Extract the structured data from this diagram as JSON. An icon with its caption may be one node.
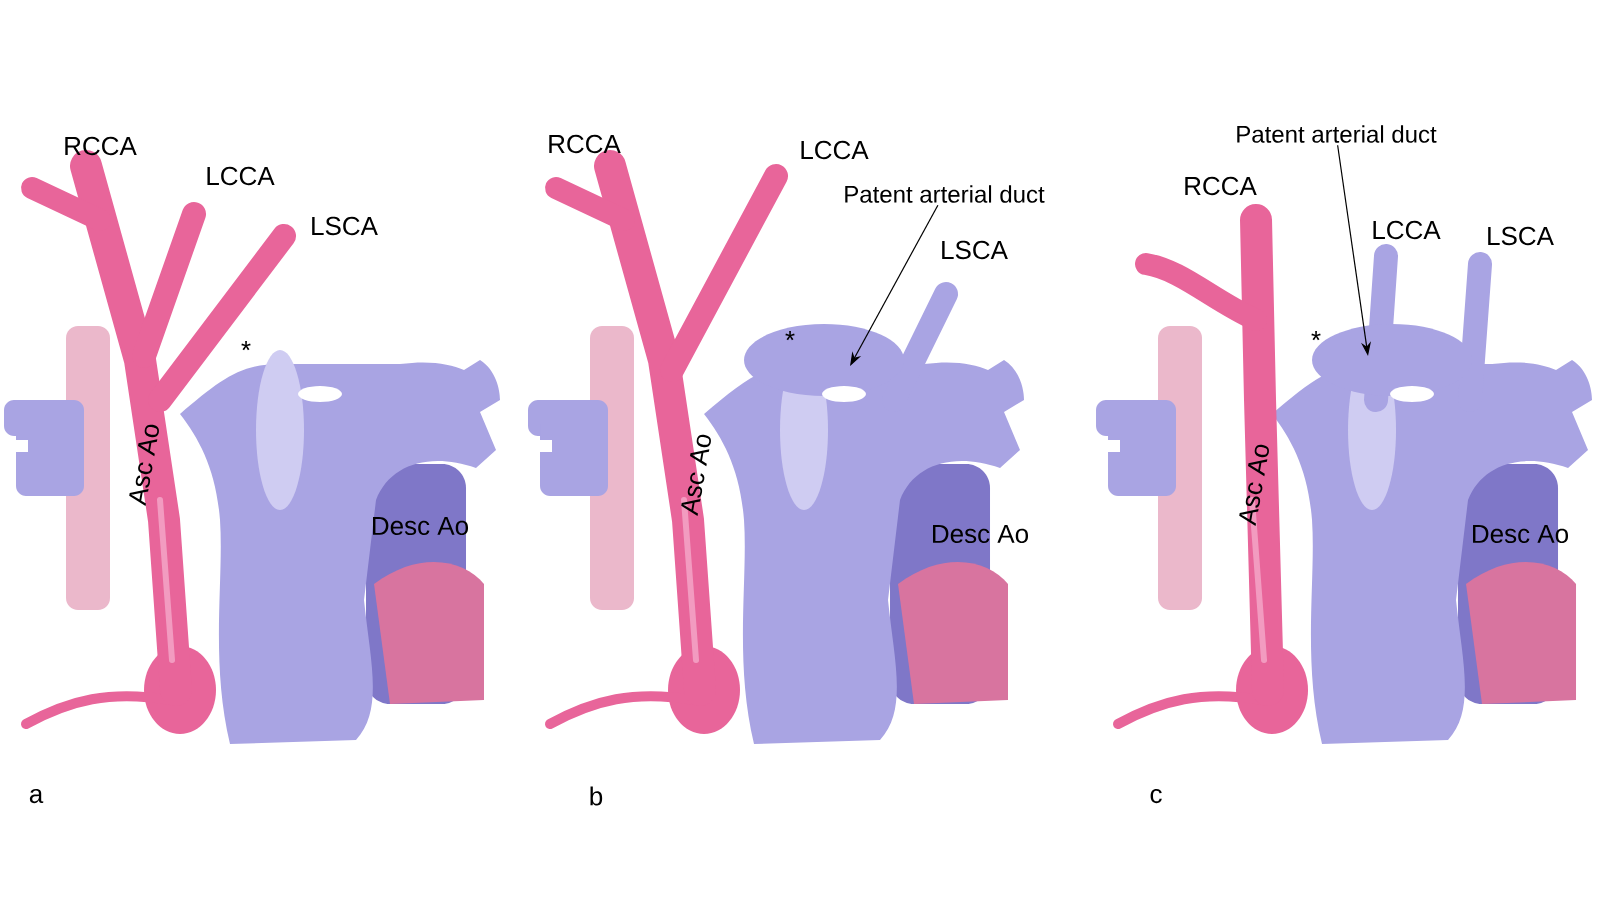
{
  "diagram": {
    "nodes": [
      {
        "text": [
          "Patent arterial duct"
        ]
      },
      {
        "text": [
          "Patent arterial duct"
        ]
      }
    ],
    "edges": [
      {
        "from": 0,
        "to": null,
        "arrow": "to"
      },
      {
        "from": 1,
        "to": null,
        "arrow": "to"
      }
    ],
    "labels": [
      "RCCA",
      "LCCA",
      "LSCA",
      "*",
      "Asc Ao",
      "Desc Ao",
      "a",
      "RCCA",
      "LCCA",
      "LSCA",
      "*",
      "Asc Ao",
      "Desc Ao",
      "b",
      "RCCA",
      "LCCA",
      "LSCA",
      "*",
      "Asc Ao",
      "Desc Ao",
      "c"
    ]
  }
}
